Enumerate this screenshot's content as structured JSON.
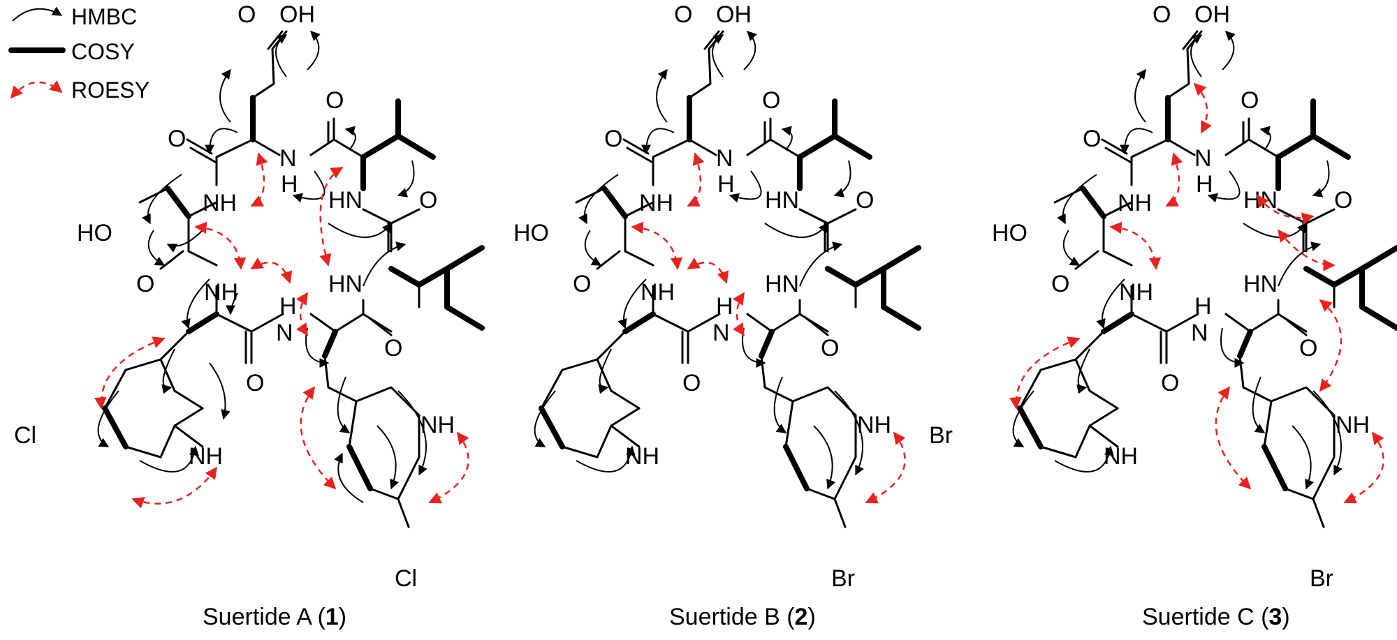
{
  "legend": {
    "hmbc_label": "HMBC",
    "cosy_label": "COSY",
    "roesy_label": "ROESY",
    "hmbc_color": "#000000",
    "cosy_color": "#000000",
    "roesy_color": "#e8231f"
  },
  "atoms": {
    "O": "O",
    "OH": "OH",
    "HO": "HO",
    "N": "N",
    "H": "H",
    "NH": "NH",
    "HN": "HN",
    "Cl": "Cl",
    "Br": "Br"
  },
  "compounds": [
    {
      "name": "Suertide A",
      "number": "1",
      "substituent_left": "Cl",
      "substituent_right": "Cl"
    },
    {
      "name": "Suertide B",
      "number": "2",
      "substituent_left": "",
      "substituent_right": "Br"
    },
    {
      "name": "Suertide C",
      "number": "3",
      "substituent_left": "Br",
      "substituent_right": "Br"
    }
  ]
}
